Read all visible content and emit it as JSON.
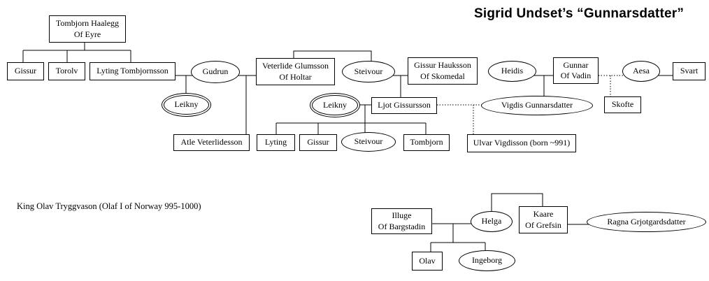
{
  "title": "Sigrid Undset’s “Gunnarsdatter”",
  "note": "King Olav Tryggvason (Olaf I of Norway 995-1000)",
  "colors": {
    "line": "#000000",
    "background": "#ffffff",
    "text": "#000000"
  },
  "nodes": {
    "tombjorn_haalegg": {
      "label": "Tombjorn Haalegg\nOf Eyre",
      "shape": "box"
    },
    "gissur_sr": {
      "label": "Gissur",
      "shape": "box"
    },
    "torolv": {
      "label": "Torolv",
      "shape": "box"
    },
    "lyting_tombjornsson": {
      "label": "Lyting Tombjornsson",
      "shape": "box"
    },
    "gudrun": {
      "label": "Gudrun",
      "shape": "ellipse"
    },
    "leikny_1": {
      "label": "Leikny",
      "shape": "double-ellipse"
    },
    "atle": {
      "label": "Atle Veterlidesson",
      "shape": "box"
    },
    "veterlide": {
      "label": "Veterlide Glumsson\nOf Holtar",
      "shape": "box"
    },
    "steivour_elder": {
      "label": "Steivour",
      "shape": "ellipse"
    },
    "gissur_hauksson": {
      "label": "Gissur Hauksson\nOf Skomedal",
      "shape": "box"
    },
    "leikny_2": {
      "label": "Leikny",
      "shape": "double-ellipse"
    },
    "ljot": {
      "label": "Ljot Gissursson",
      "shape": "box"
    },
    "lyting_jr": {
      "label": "Lyting",
      "shape": "box"
    },
    "gissur_jr": {
      "label": "Gissur",
      "shape": "box"
    },
    "steivour_younger": {
      "label": "Steivour",
      "shape": "ellipse"
    },
    "tombjorn_jr": {
      "label": "Tombjorn",
      "shape": "box"
    },
    "heidis": {
      "label": "Heidis",
      "shape": "ellipse"
    },
    "gunnar": {
      "label": "Gunnar\nOf Vadin",
      "shape": "box"
    },
    "vigdis": {
      "label": "Vigdis Gunnarsdatter",
      "shape": "ellipse"
    },
    "ulvar": {
      "label": "Ulvar Vigdisson (born ~991)",
      "shape": "box"
    },
    "aesa": {
      "label": "Aesa",
      "shape": "ellipse"
    },
    "svart": {
      "label": "Svart",
      "shape": "box"
    },
    "skofte": {
      "label": "Skofte",
      "shape": "box"
    },
    "illuge": {
      "label": "Illuge\nOf Bargstadin",
      "shape": "box"
    },
    "helga": {
      "label": "Helga",
      "shape": "ellipse"
    },
    "kaare": {
      "label": "Kaare\nOf Grefsin",
      "shape": "box"
    },
    "ragna": {
      "label": "Ragna Grjotgardsdatter",
      "shape": "ellipse"
    },
    "olav": {
      "label": "Olav",
      "shape": "box"
    },
    "ingeborg": {
      "label": "Ingeborg",
      "shape": "ellipse"
    }
  }
}
